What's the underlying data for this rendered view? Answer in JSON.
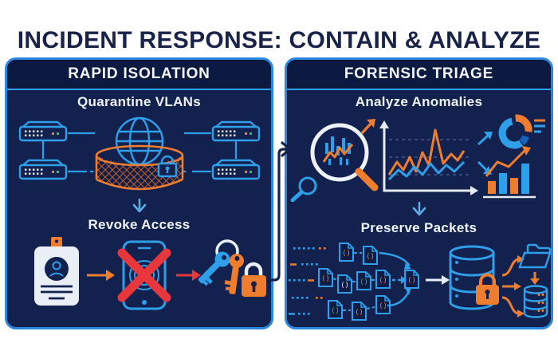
{
  "title": "INCIDENT RESPONSE: CONTAIN & ANALYZE",
  "panels": [
    {
      "id": "rapid-isolation",
      "header": "RAPID ISOLATION",
      "steps": [
        {
          "label": "Quarantine VLANs",
          "illustration": "network-quarantine"
        },
        {
          "label": "Revoke Access",
          "illustration": "badge-phone-keys-lock"
        }
      ]
    },
    {
      "id": "forensic-triage",
      "header": "FORENSIC TRIAGE",
      "steps": [
        {
          "label": "Analyze Anomalies",
          "illustration": "magnifier-charts"
        },
        {
          "label": "Preserve Packets",
          "illustration": "packets-database-folder"
        }
      ]
    }
  ],
  "icons": {
    "packet_glyph": "()"
  },
  "colors": {
    "background": "#ffffff",
    "title_navy": "#192248",
    "panel_bg": "#13214e",
    "panel_header_bg": "#0c1940",
    "panel_border_blue": "#2b87dd",
    "accent_blue": "#2e9fe8",
    "accent_orange": "#ef7d2f",
    "alert_red": "#e8363d",
    "light_text": "#eef3fa",
    "mesh_orange": "#e06a28",
    "led_green": "#35c06e"
  }
}
